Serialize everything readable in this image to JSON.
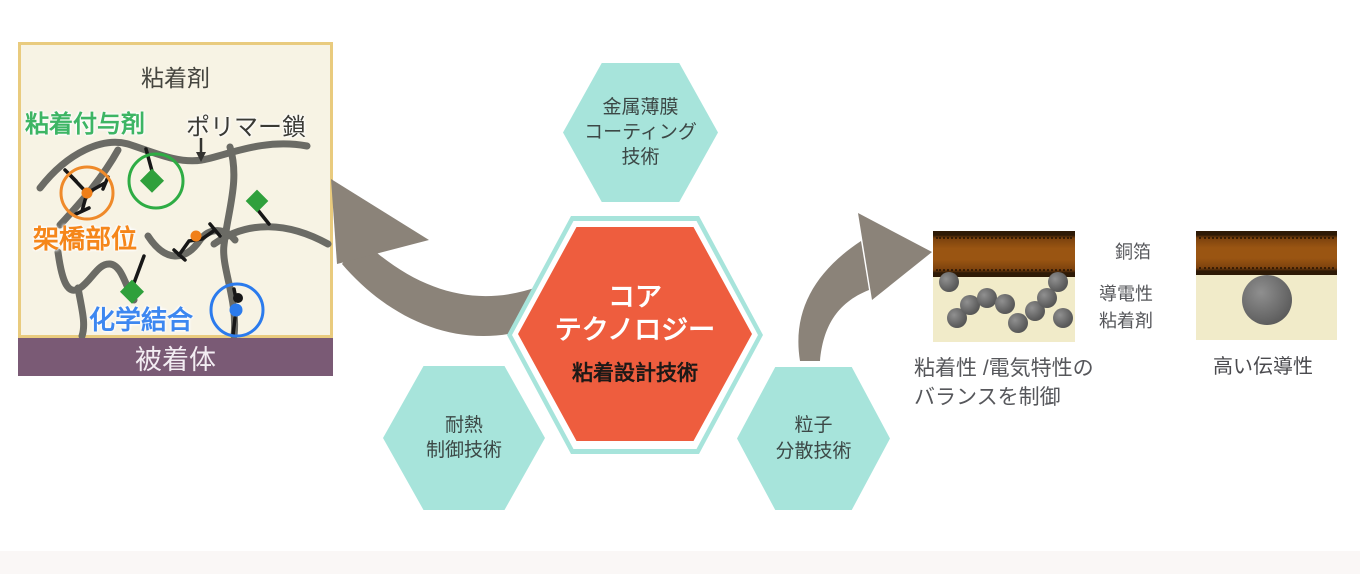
{
  "left_panel": {
    "title": "粘着剤",
    "labels": {
      "tackifier": "粘着付与剤",
      "polymer_chain": "ポリマー鎖",
      "crosslink_site": "架橋部位",
      "chemical_bond": "化学結合",
      "adherend": "被着体"
    },
    "art_elements": [
      "polymer-chain-curves",
      "tackifier-ring-green",
      "crosslink-ring-orange",
      "chemical-bond-ring-blue",
      "green-diamond",
      "orange-dot",
      "blue-dot"
    ],
    "colors": {
      "box_background": "#f7f3e4",
      "box_border": "#e9cb7e",
      "adherend_bar": "#7a5a75",
      "tackifier_green": "#3db564",
      "crosslink_orange": "#f5861a",
      "chemical_bond_blue": "#3d87f0",
      "polymer_gray": "#6b6b65"
    }
  },
  "hexagons": {
    "top": {
      "label": "金属薄膜\nコーティング\n技術"
    },
    "bottom_left": {
      "label": "耐熱\n制御技術"
    },
    "bottom_right": {
      "label": "粒子\n分散技術"
    },
    "center": {
      "title": "コア\nテクノロジー",
      "subtitle": "粘着設計技術"
    },
    "colors": {
      "satellite_fill": "#a7e4db",
      "core_fill": "#ee5d3e",
      "core_outline": "#a7e4db"
    }
  },
  "arrows": {
    "color": "#8b8379",
    "left": "to-adhesive-structure",
    "right": "to-conductive-adhesive"
  },
  "right_panel": {
    "illustration1": {
      "label_copper_foil": "銅箔",
      "label_conductive_adhesive": "導電性\n粘着剤",
      "caption": "粘着性 /電気特性の\nバランスを制御"
    },
    "illustration2": {
      "caption": "高い伝導性"
    },
    "colors": {
      "copper_bar": "#9a5512",
      "adhesive_cream": "#f1ebc9",
      "particle_gray": "#5f5f5f"
    }
  }
}
